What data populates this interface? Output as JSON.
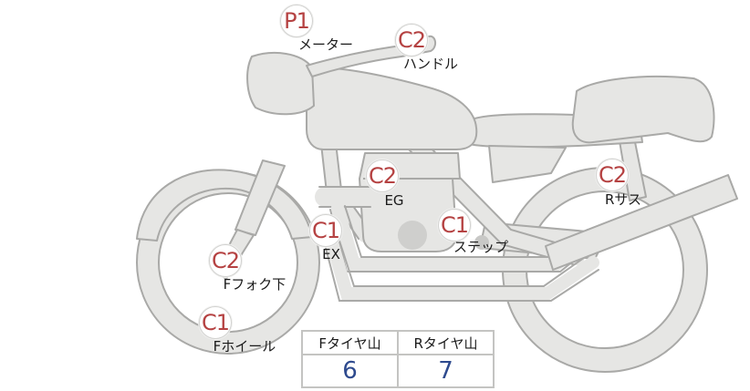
{
  "checkpoints": [
    {
      "id": "meter",
      "code": "P1",
      "label": "メーター"
    },
    {
      "id": "handle",
      "code": "C2",
      "label": "ハンドル"
    },
    {
      "id": "engine",
      "code": "C2",
      "label": "EG"
    },
    {
      "id": "rear-suspension",
      "code": "C2",
      "label": "Rサス"
    },
    {
      "id": "exhaust",
      "code": "C1",
      "label": "EX"
    },
    {
      "id": "step",
      "code": "C1",
      "label": "ステップ"
    },
    {
      "id": "front-fork-lower",
      "code": "C2",
      "label": "Fフォク下"
    },
    {
      "id": "front-wheel",
      "code": "C1",
      "label": "Fホイール"
    }
  ],
  "tire_table": {
    "headers": [
      "Fタイヤ山",
      "Rタイヤ山"
    ],
    "values": [
      "6",
      "7"
    ]
  },
  "colors": {
    "code_text": "#b54242",
    "value_text": "#2e4a8e",
    "bike_fill": "#e6e6e4",
    "bike_outline": "#a9a9a7"
  }
}
